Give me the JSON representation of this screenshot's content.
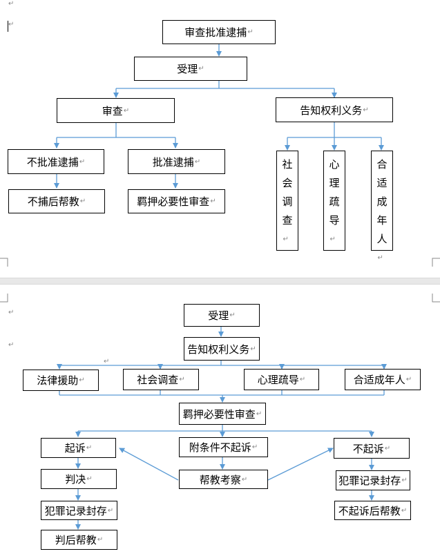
{
  "paragraph_mark": "↵",
  "colors": {
    "connector": "#5b9bd5",
    "box_border": "#000000"
  },
  "diagram1": {
    "approve_review": "审查批准逮捕",
    "accept": "受理",
    "review": "审查",
    "inform_rights": "告知权利义务",
    "not_approve": "不批准逮捕",
    "approve": "批准逮捕",
    "post_help": "不捕后帮教",
    "detention_review": "羁押必要性审查",
    "social_survey": [
      "社",
      "会",
      "调",
      "查"
    ],
    "counseling": [
      "心",
      "理",
      "疏",
      "导"
    ],
    "guardian": [
      "合",
      "适",
      "成",
      "年",
      "人"
    ]
  },
  "diagram2": {
    "accept": "受理",
    "inform_rights": "告知权利义务",
    "legal_aid": "法律援助",
    "social_survey": "社会调查",
    "counseling": "心理疏导",
    "guardian": "合适成年人",
    "detention_review": "羁押必要性审查",
    "prosecute": "起诉",
    "conditional": "附条件不起诉",
    "not_prosecute": "不起诉",
    "verdict": "判决",
    "seal_record_left": "犯罪记录封存",
    "post_verdict_help": "判后帮教",
    "probation": "帮教考察",
    "seal_record_right": "犯罪记录封存",
    "post_np_help": "不起诉后帮教"
  }
}
